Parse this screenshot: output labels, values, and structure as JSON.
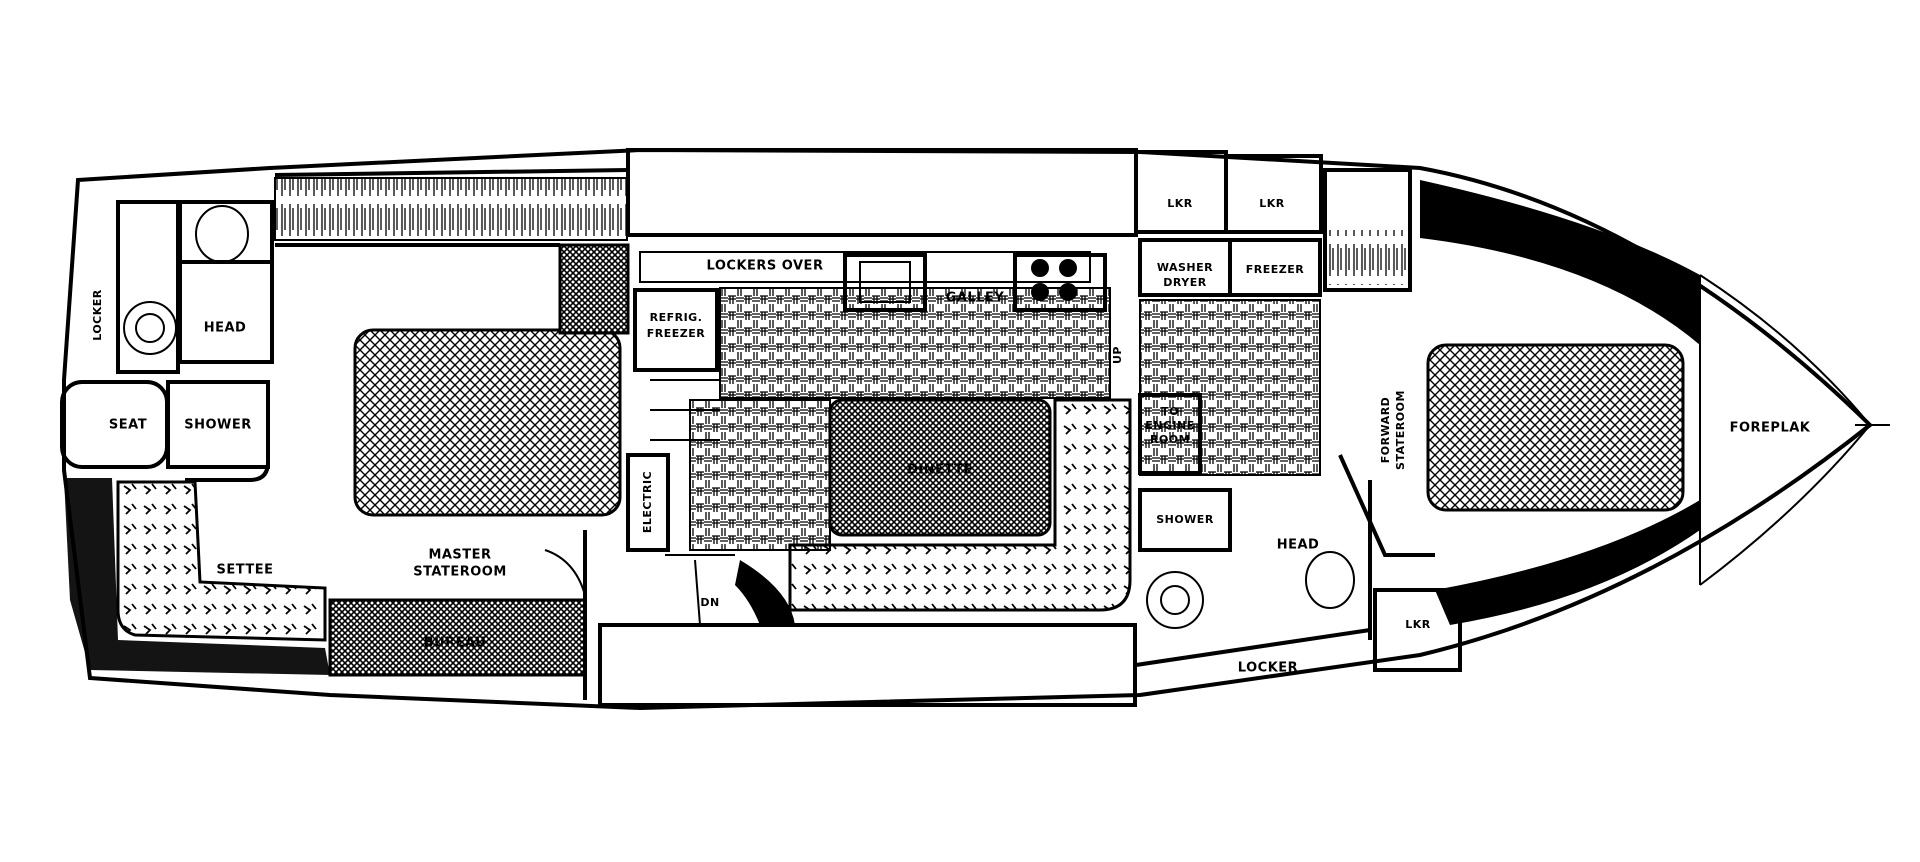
{
  "labels": {
    "locker_aft": "LOCKER",
    "head_aft": "HEAD",
    "seat": "SEAT",
    "shower_aft": "SHOWER",
    "settee": "SETTEE",
    "master_1": "MASTER",
    "master_2": "STATEROOM",
    "bureau": "BUREAU",
    "refrig_1": "REFRIG.",
    "refrig_2": "FREEZER",
    "electric": "ELECTRIC",
    "lockers_over": "LOCKERS OVER",
    "galley": "GALLEY",
    "dinette": "DINETTE",
    "dn": "DN",
    "up": "UP",
    "lkr_1": "LKR",
    "lkr_2": "LKR",
    "washer_1": "WASHER",
    "washer_2": "DRYER",
    "freezer": "FREEZER",
    "engine_1": "TO",
    "engine_2": "ENGINE",
    "engine_3": "ROOM",
    "shower_fwd": "SHOWER",
    "head_fwd": "HEAD",
    "locker_fwd": "LOCKER",
    "lkr_3": "LKR",
    "forward_1": "FORWARD",
    "forward_2": "STATEROOM",
    "foreplak": "FOREPLAK"
  },
  "colors": {
    "ink": "#000000",
    "paper": "#ffffff"
  }
}
